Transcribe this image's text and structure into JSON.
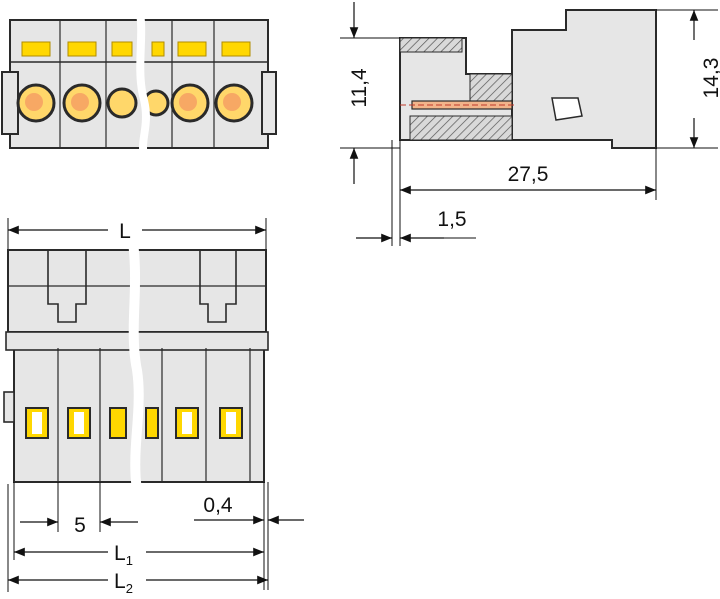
{
  "dimensions": {
    "height_inner": "11,4",
    "height_total": "14,3",
    "depth_total": "27,5",
    "pin_offset": "1,5",
    "pitch": "5",
    "side_gap": "0,4",
    "length_label": "L",
    "length1_main": "L",
    "length1_sub": "1",
    "length2_main": "L",
    "length2_sub": "2"
  },
  "colors": {
    "body": "#e6e6e6",
    "outline": "#2a2a2a",
    "contact": "#ffd700",
    "pin": "#f2b48a"
  },
  "icons": {
    "wire_openings": "circle-yellow-openings",
    "pin_contacts": "yellow-square-contacts"
  }
}
